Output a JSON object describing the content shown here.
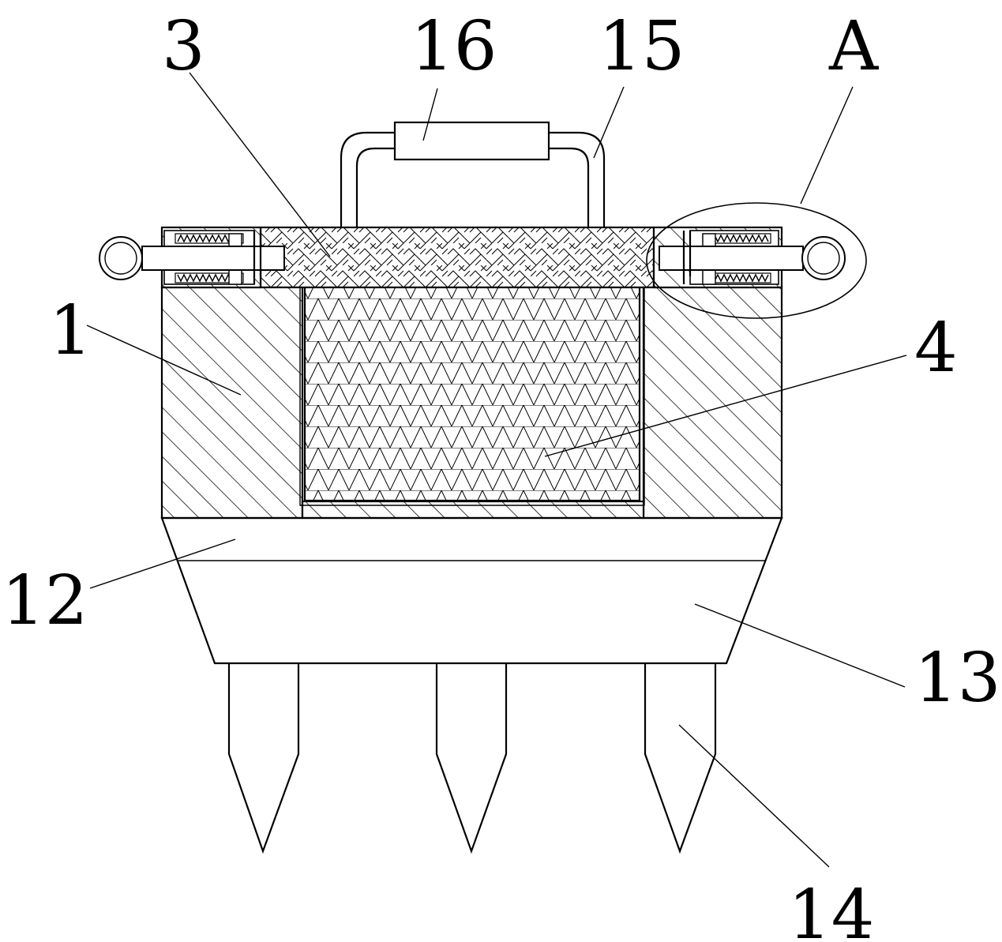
{
  "labels": {
    "l3": "3",
    "l16": "16",
    "l15": "15",
    "lA": "A",
    "l1": "1",
    "l4": "4",
    "l12": "12",
    "l13": "13",
    "l14": "14"
  },
  "colors": {
    "stroke": "#000000",
    "background": "#ffffff"
  }
}
